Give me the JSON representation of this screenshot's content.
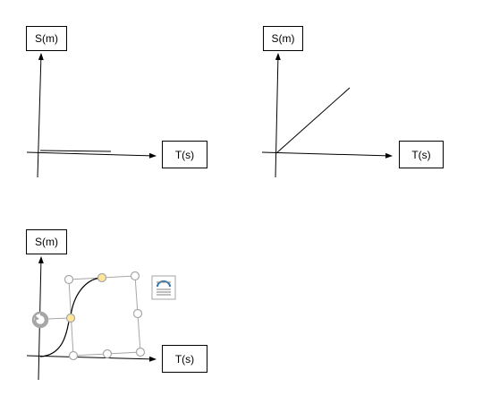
{
  "graphs": [
    {
      "y_label": "S(m)",
      "x_label": "T(s)"
    },
    {
      "y_label": "S(m)",
      "x_label": "T(s)"
    },
    {
      "y_label": "S(m)",
      "x_label": "T(s)"
    }
  ],
  "icons": {
    "rotate_handle": "rotate-handle-icon",
    "layout_options": "layout-options-icon"
  },
  "colors": {
    "axis": "#000000",
    "selection_frame": "#a6a6a6",
    "handle_fill": "#ffffff",
    "adjust_handle_fill": "#ffe699",
    "layout_icon_accent": "#2e75b6"
  }
}
